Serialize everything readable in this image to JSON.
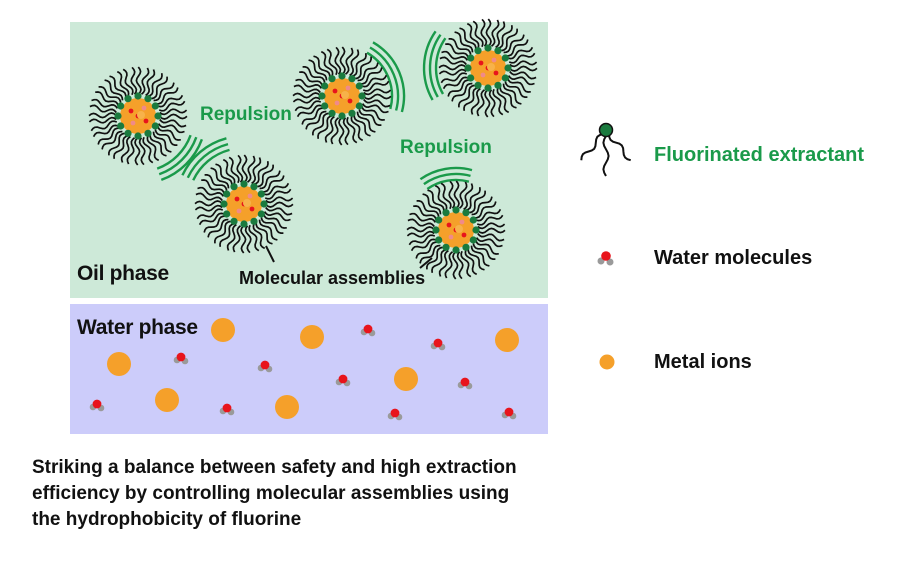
{
  "labels": {
    "oil_phase": "Oil phase",
    "water_phase": "Water phase",
    "repulsion_1": "Repulsion",
    "repulsion_2": "Repulsion",
    "molecular_assemblies": "Molecular assemblies"
  },
  "legend": {
    "items": [
      {
        "label": "Fluorinated extractant",
        "icon": "fluorinated-extractant-icon",
        "color": "#1a9a4a"
      },
      {
        "label": "Water molecules",
        "icon": "water-molecule-icon",
        "color": "#111111"
      },
      {
        "label": "Metal ions",
        "icon": "metal-ion-icon",
        "color": "#111111"
      }
    ]
  },
  "caption": {
    "line1": "Striking a balance between safety and high extraction",
    "line2": "efficiency by controlling molecular assemblies using",
    "line3": "the hydrophobicity of fluorine"
  },
  "colors": {
    "oil_phase_bg": "#cde9d8",
    "water_phase_bg": "#ccccfa",
    "repulsion_arc": "#1a9a4a",
    "head_group": "#1a7a3e",
    "metal_ion": "#f5a02a",
    "water_oxygen": "#e8141c",
    "water_hydrogen": "#9a9a9a"
  }
}
